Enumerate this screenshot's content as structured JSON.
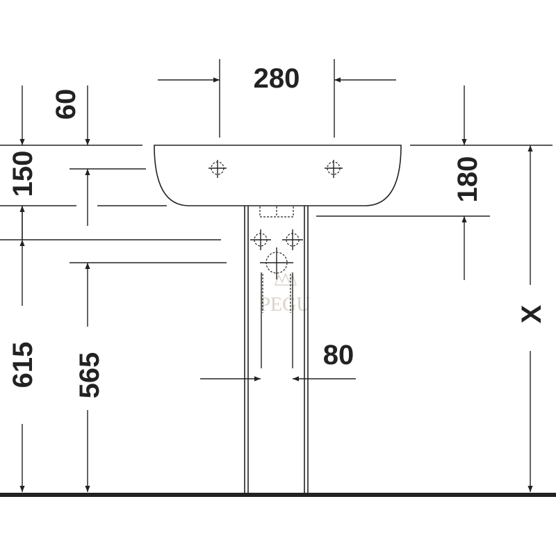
{
  "dimensions": {
    "top_width": "280",
    "top_offset": "60",
    "basin_depth_left": "150",
    "basin_depth_right": "180",
    "pedestal_width": "80",
    "floor_to_top": "615",
    "floor_to_inner": "565",
    "variable_height": "X"
  },
  "watermark": {
    "brand": "PEGU"
  },
  "colors": {
    "line": "#222222",
    "background": "#ffffff",
    "watermark": "#d8d2c8"
  }
}
